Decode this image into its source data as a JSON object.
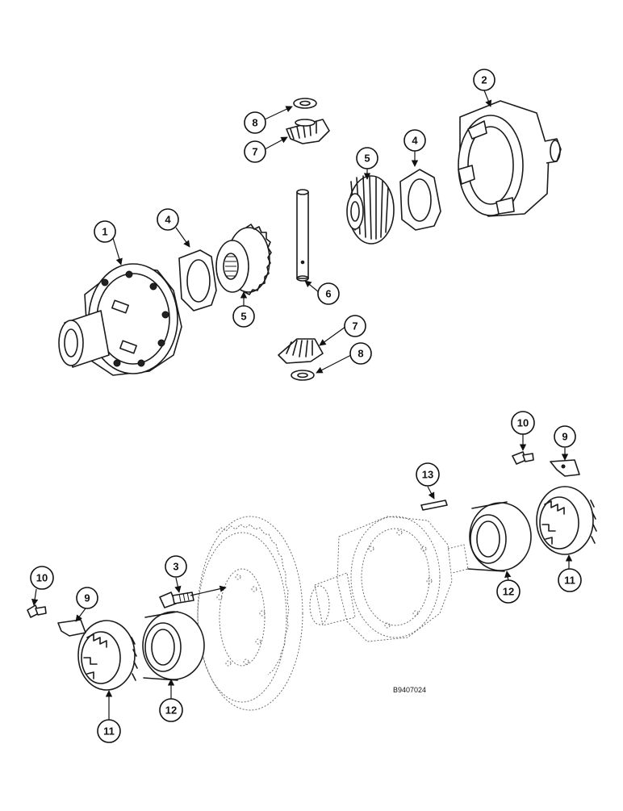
{
  "drawing_code": "B9407024",
  "callouts": [
    {
      "id": "c8a",
      "label": "8"
    },
    {
      "id": "c7a",
      "label": "7"
    },
    {
      "id": "c2",
      "label": "2"
    },
    {
      "id": "c5a",
      "label": "5"
    },
    {
      "id": "c4a",
      "label": "4"
    },
    {
      "id": "c1",
      "label": "1"
    },
    {
      "id": "c4b",
      "label": "4"
    },
    {
      "id": "c5b",
      "label": "5"
    },
    {
      "id": "c6",
      "label": "6"
    },
    {
      "id": "c7b",
      "label": "7"
    },
    {
      "id": "c8b",
      "label": "8"
    },
    {
      "id": "c10a",
      "label": "10"
    },
    {
      "id": "c9a",
      "label": "9"
    },
    {
      "id": "c13",
      "label": "13"
    },
    {
      "id": "c11a",
      "label": "11"
    },
    {
      "id": "c12a",
      "label": "12"
    },
    {
      "id": "c3",
      "label": "3"
    },
    {
      "id": "c10b",
      "label": "10"
    },
    {
      "id": "c9b",
      "label": "9"
    },
    {
      "id": "c12b",
      "label": "12"
    },
    {
      "id": "c11b",
      "label": "11"
    }
  ]
}
